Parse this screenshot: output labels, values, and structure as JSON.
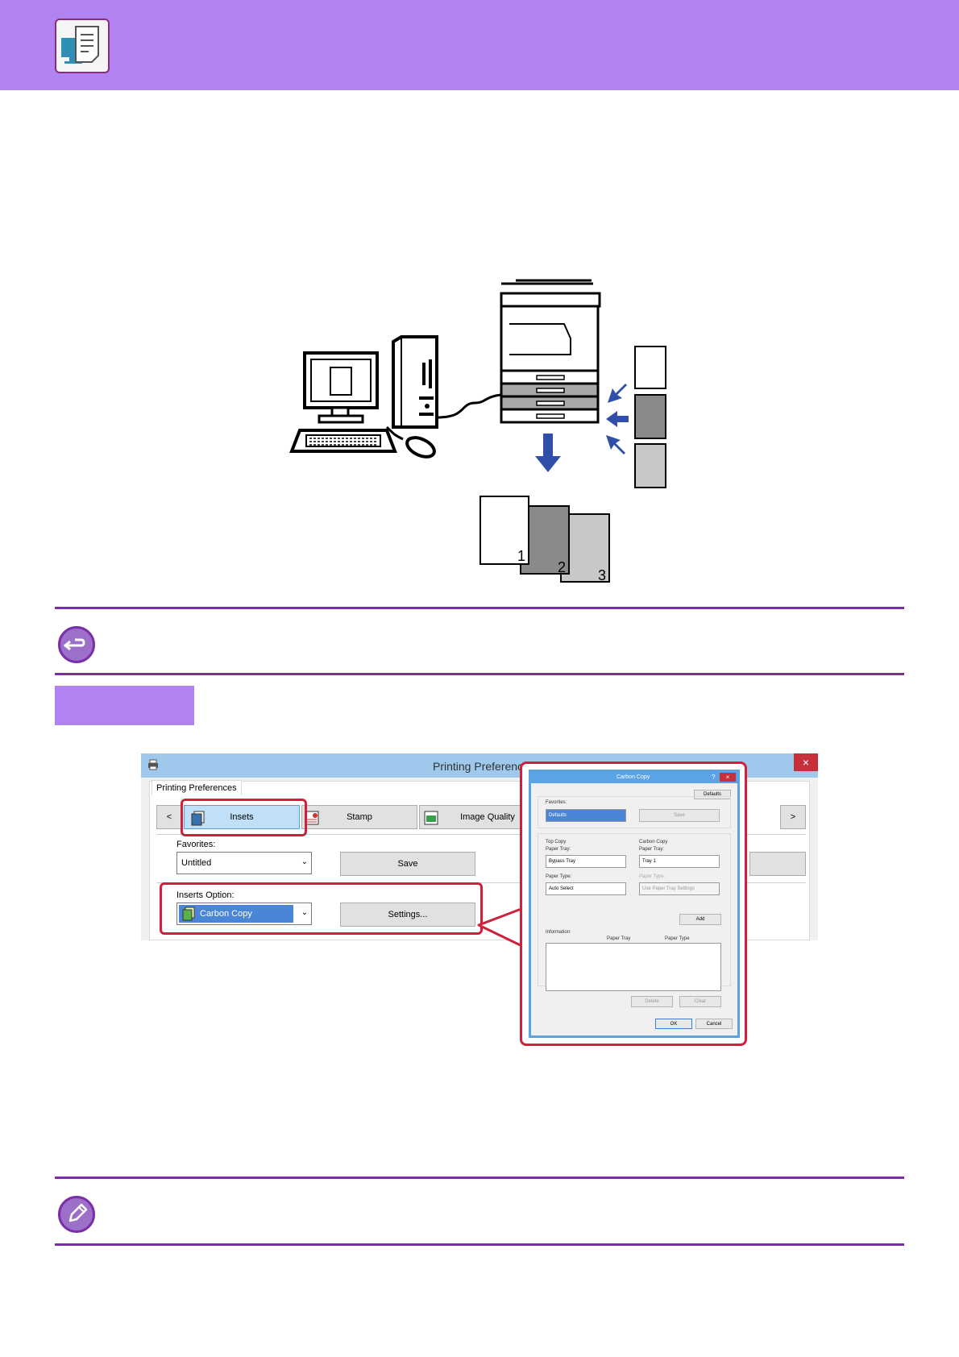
{
  "illustration": {
    "page_numbers": [
      "1",
      "2",
      "3"
    ]
  },
  "dialog_main": {
    "title": "Printing Preferenc",
    "tab": "Printing Preferences",
    "toolbar": {
      "insets_label": "Insets",
      "stamp_label": "Stamp",
      "image_quality_label": "Image Quality",
      "prev_arrow": "<",
      "next_arrow": ">"
    },
    "favorites_label": "Favorites:",
    "favorites_value": "Untitled",
    "save_label": "Save",
    "inserts_option_label": "Inserts Option:",
    "inserts_option_value": "Carbon Copy",
    "settings_label": "Settings...",
    "close_glyph": "×"
  },
  "dialog_carbon": {
    "title": "Carbon Copy",
    "help_glyph": "?",
    "close_glyph": "×",
    "defaults_button": "Defaults",
    "favorites_label": "Favorites:",
    "favorites_value": "Defaults",
    "save_button": "Save",
    "top_copy": {
      "heading": "Top Copy",
      "paper_tray_label": "Paper Tray:",
      "paper_tray_value": "Bypass Tray",
      "paper_type_label": "Paper Type:",
      "paper_type_value": "Auto Select"
    },
    "carbon_copy": {
      "heading": "Carbon Copy",
      "paper_tray_label": "Paper Tray:",
      "paper_tray_value": "Tray 1",
      "paper_type_label": "Paper Type:",
      "paper_type_value": "Use Paper Tray Settings"
    },
    "add_button": "Add",
    "information_label": "Information:",
    "col_paper_tray": "Paper Tray",
    "col_paper_type": "Paper Type",
    "delete_button": "Delete",
    "clear_button": "Clear",
    "ok_button": "OK",
    "cancel_button": "Cancel"
  },
  "colors": {
    "header_purple": "#b183f0",
    "rule_purple": "#7a2ea8",
    "highlight_red": "#d0213c",
    "arrow_blue": "#2f4fa8"
  }
}
